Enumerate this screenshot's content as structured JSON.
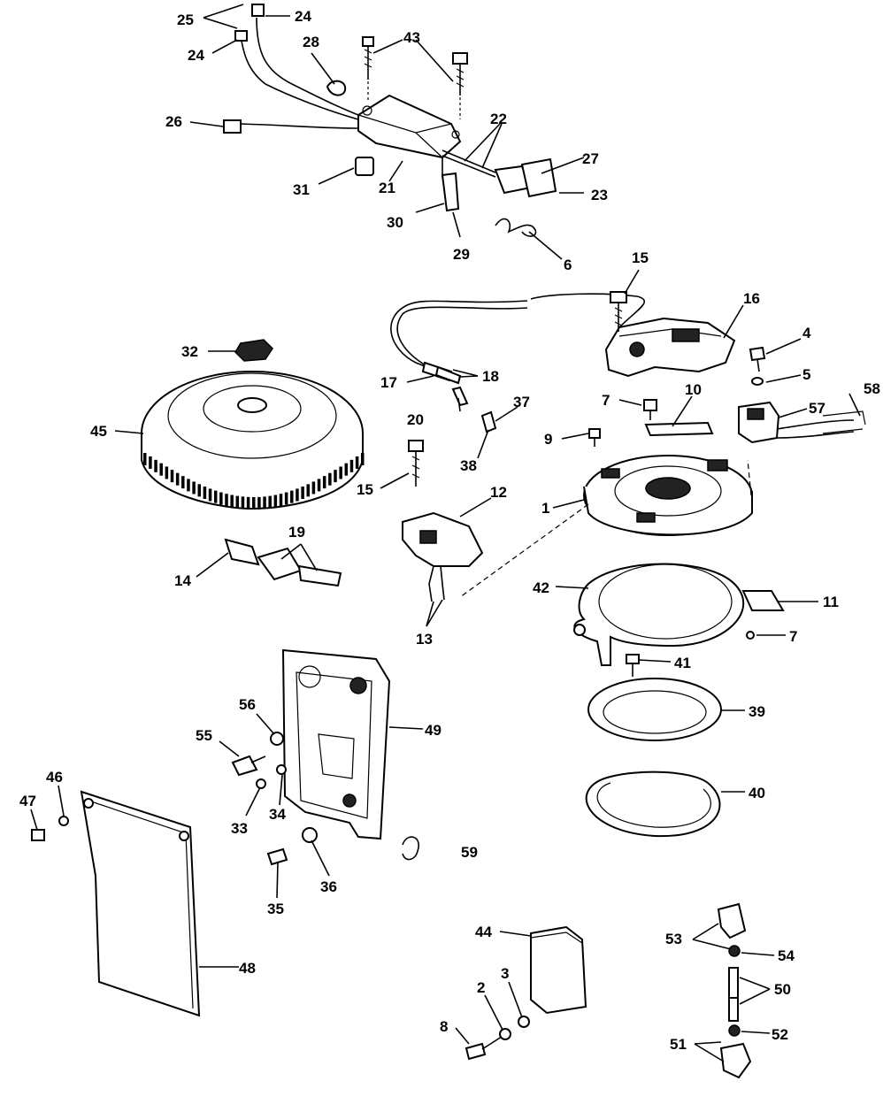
{
  "labels": {
    "l1": "1",
    "l2": "2",
    "l3": "3",
    "l4": "4",
    "l5": "5",
    "l6": "6",
    "l7a": "7",
    "l7b": "7",
    "l8": "8",
    "l9": "9",
    "l10": "10",
    "l11": "11",
    "l12": "12",
    "l13": "13",
    "l14": "14",
    "l15a": "15",
    "l15b": "15",
    "l16": "16",
    "l17": "17",
    "l18": "18",
    "l19": "19",
    "l20": "20",
    "l21": "21",
    "l22": "22",
    "l23": "23",
    "l24a": "24",
    "l24b": "24",
    "l25": "25",
    "l26": "26",
    "l27": "27",
    "l28": "28",
    "l29": "29",
    "l30": "30",
    "l31": "31",
    "l32": "32",
    "l33": "33",
    "l34": "34",
    "l35": "35",
    "l36": "36",
    "l37": "37",
    "l38": "38",
    "l39": "39",
    "l40": "40",
    "l41": "41",
    "l42": "42",
    "l43": "43",
    "l44": "44",
    "l45": "45",
    "l46": "46",
    "l47": "47",
    "l48": "48",
    "l49": "49",
    "l50": "50",
    "l51": "51",
    "l52": "52",
    "l53": "53",
    "l54": "54",
    "l55": "55",
    "l56": "56",
    "l57": "57",
    "l58": "58",
    "l59": "59"
  }
}
